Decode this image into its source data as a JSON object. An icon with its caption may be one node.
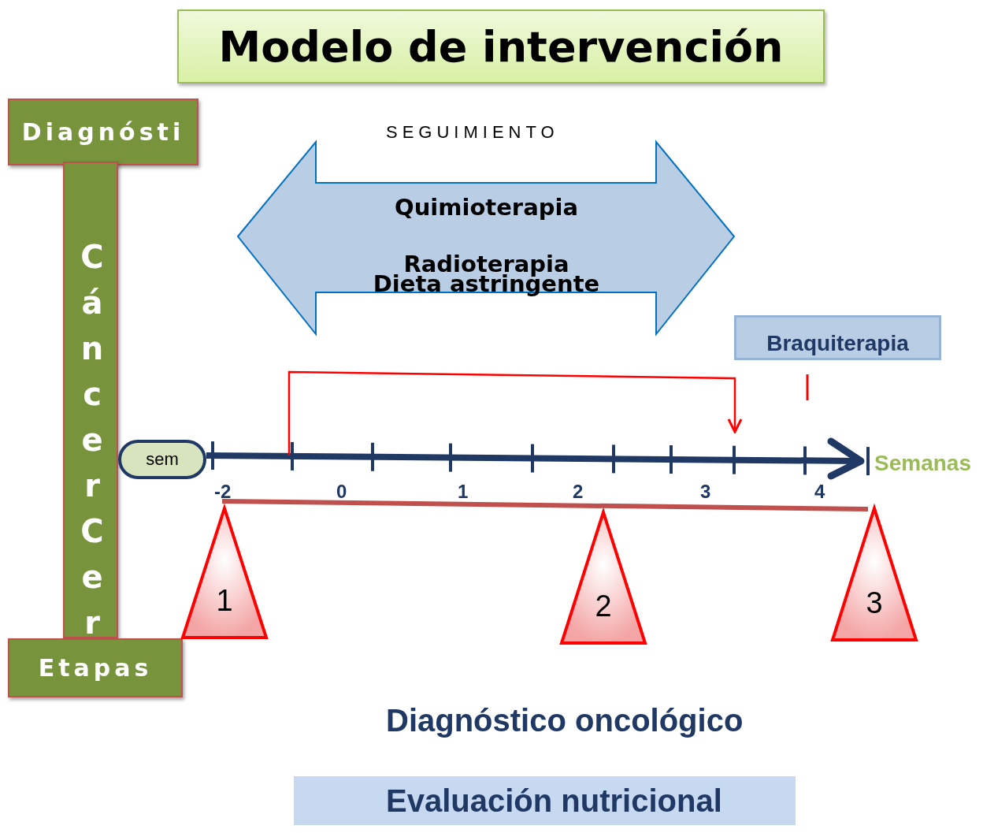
{
  "diagram": {
    "title": "Modelo de intervención",
    "nodes": [
      {
        "text": [
          "Diagnósti"
        ]
      },
      {
        "text": [
          "CáncerCer"
        ]
      },
      {
        "text": [
          "Etapas"
        ]
      },
      {
        "text": [
          "sem"
        ]
      },
      {
        "text": [
          "Quimioterapia",
          "Radioterapia",
          "Dieta astringente"
        ],
        "beside": [
          "SEGUIMIENTO"
        ]
      },
      {
        "text": [
          "Braquiterapia"
        ]
      },
      {
        "text": [
          "1"
        ]
      },
      {
        "text": [
          "2"
        ]
      },
      {
        "text": [
          "3"
        ]
      }
    ],
    "labels": [
      "-2",
      "0",
      "1",
      "2",
      "3",
      "4",
      "Semanas",
      "Diagnóstico oncológico"
    ],
    "legend": [
      {
        "text": "Evaluación nutricional"
      }
    ]
  }
}
